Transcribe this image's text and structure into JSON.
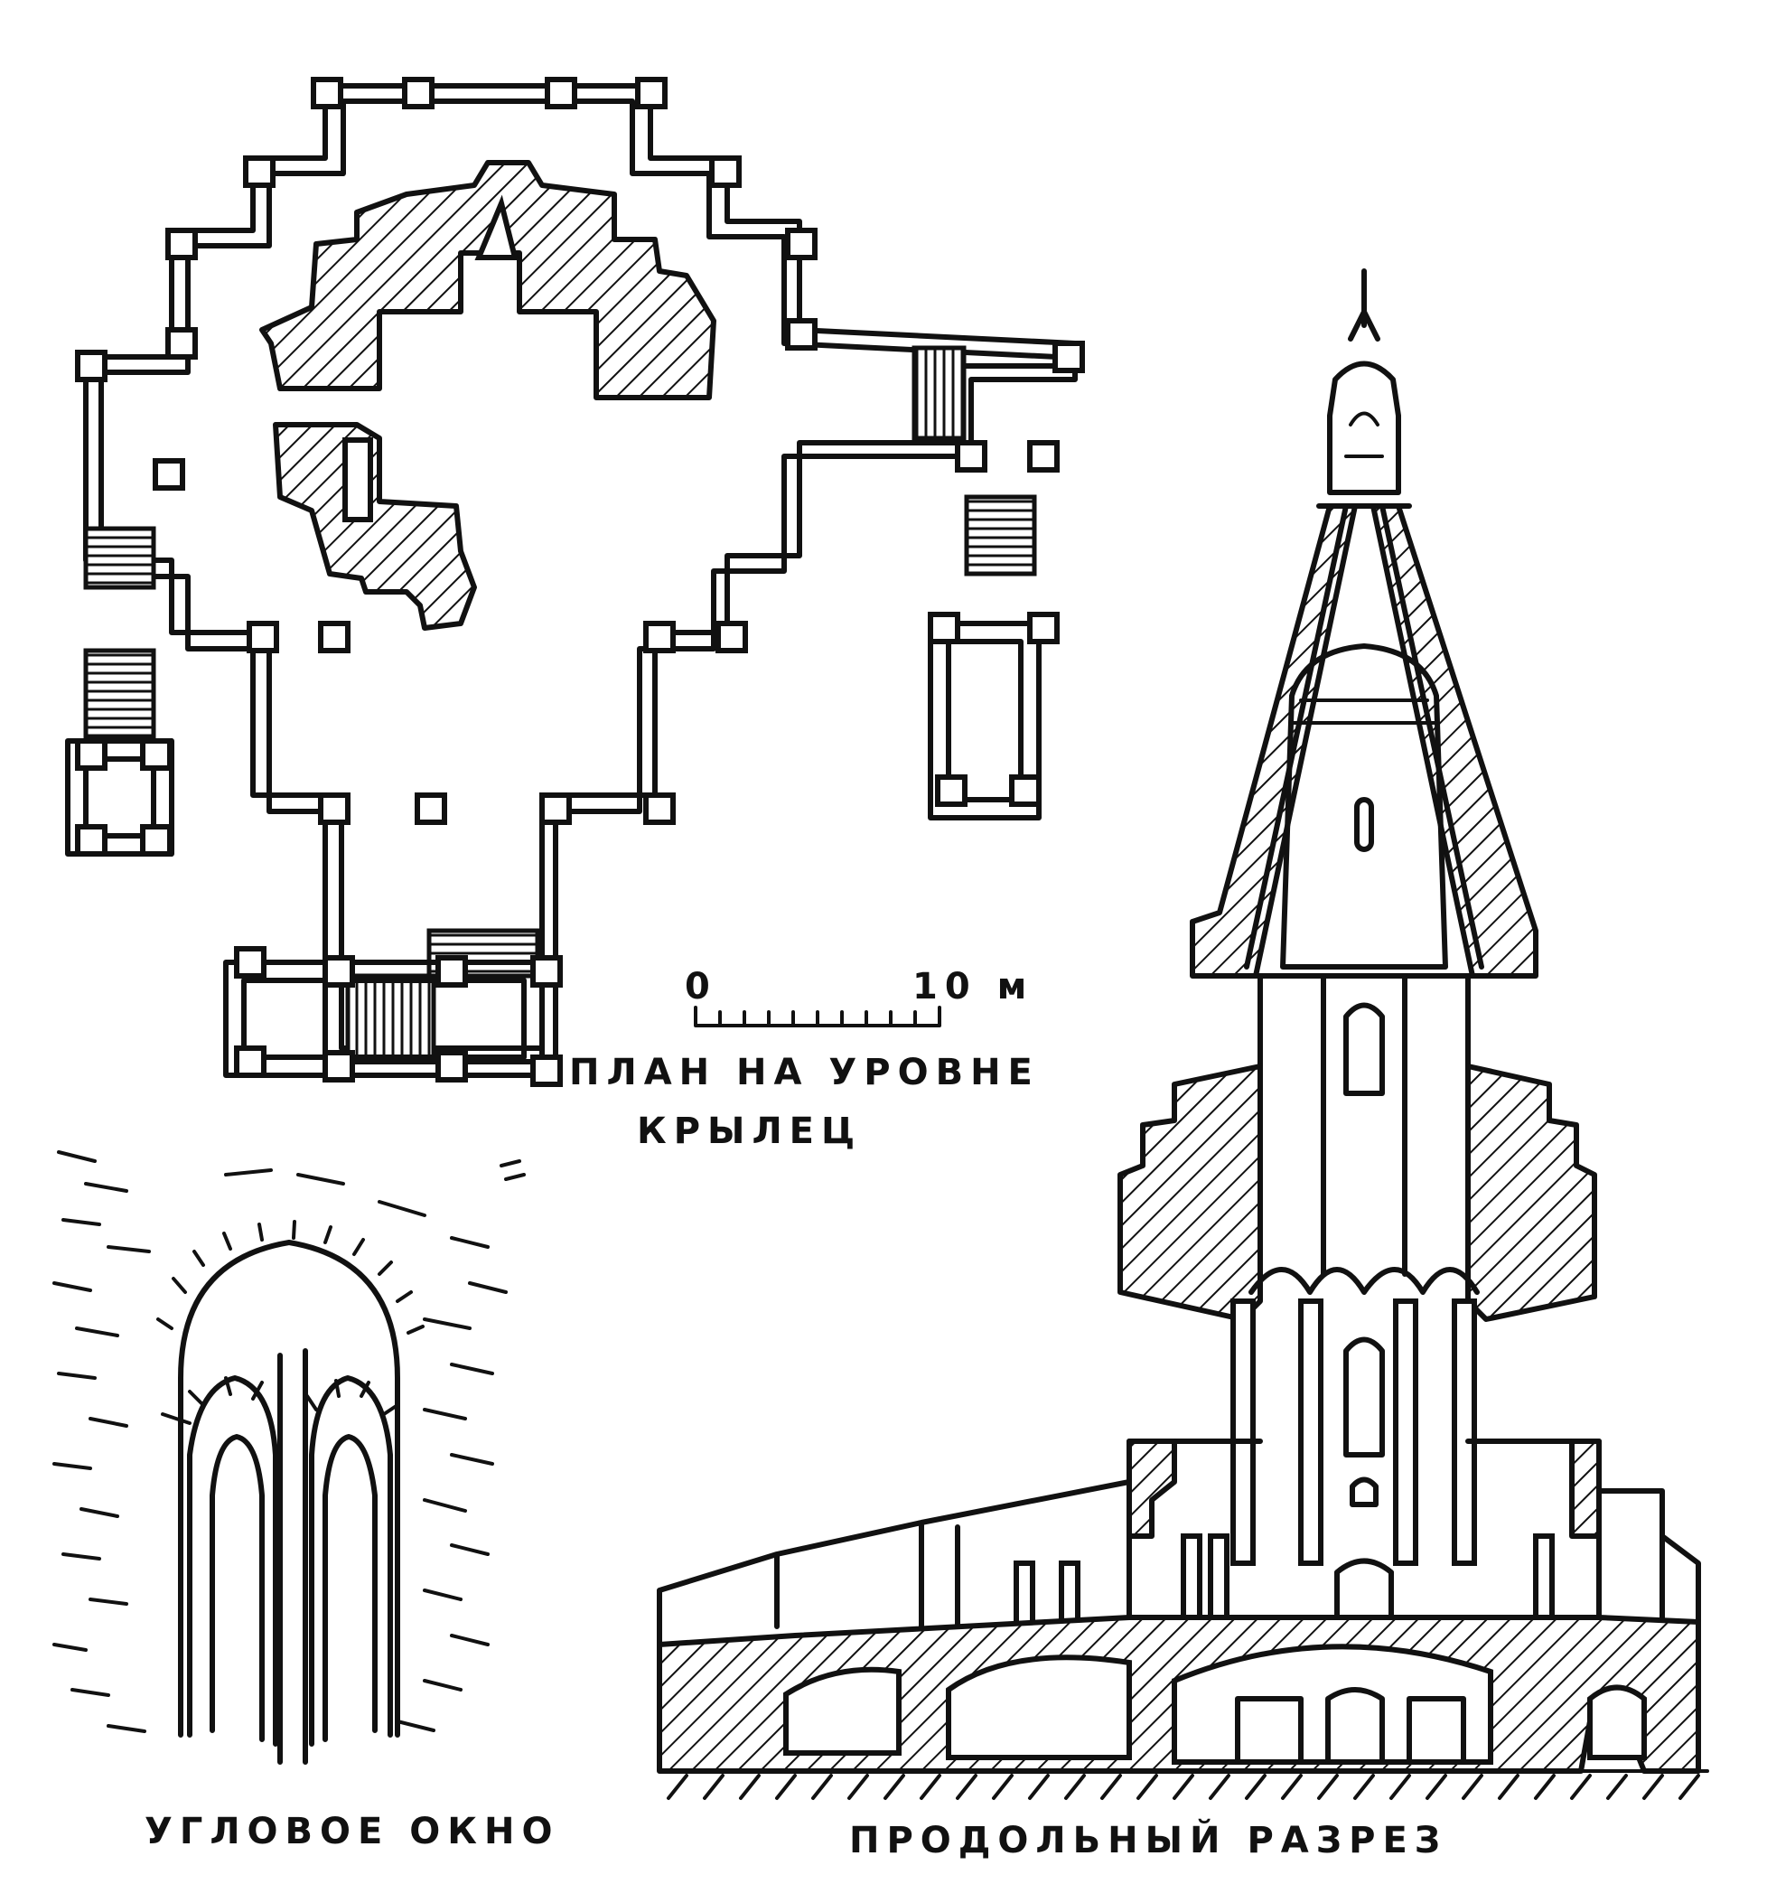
{
  "labels": {
    "plan_title_line1": "ПЛАН НА УРОВНЕ",
    "plan_title_line2": "КРЫЛЕЦ",
    "corner_window": "УГЛОВОЕ ОКНО",
    "section": "ПРОДОЛЬНЫЙ РАЗРЕЗ"
  },
  "scale_bar": {
    "start_label": "0",
    "end_label": "10 м"
  }
}
